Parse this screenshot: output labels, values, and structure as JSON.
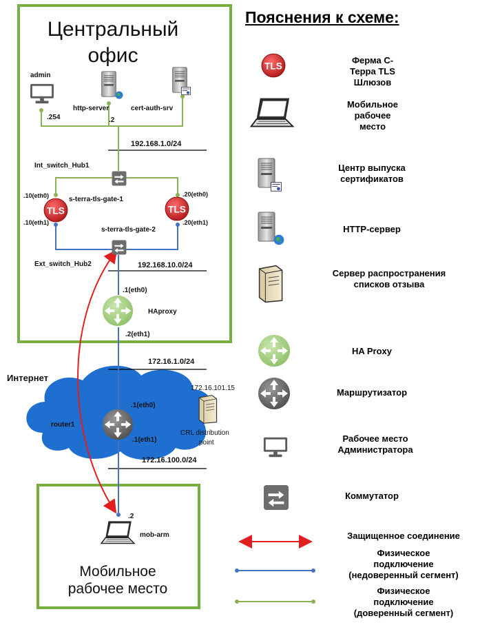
{
  "central_office": {
    "title_line1": "Центральный",
    "title_line2": "офис",
    "net_int": "192.168.1.0/24",
    "net_ext": "192.168.10.0/24",
    "nodes": {
      "admin": {
        "label": "admin",
        "addr": ".254"
      },
      "http_server": {
        "label": "http-server",
        "addr": ".2"
      },
      "cert_auth": {
        "label": "cert-auth-srv"
      },
      "int_switch": {
        "label": "Int_switch_Hub1"
      },
      "ext_switch": {
        "label": "Ext_switch_Hub2"
      },
      "gate1": {
        "label": "s-terra-tls-gate-1",
        "eth0": ".10(eth0)",
        "eth1": ".10(eth1)"
      },
      "gate2": {
        "label": "s-terra-tls-gate-2",
        "eth0": ".20(eth0)",
        "eth1": ".20(eth1)"
      },
      "haproxy": {
        "label": "HAproxy",
        "eth0": ".1(eth0)",
        "eth1": ".2(eth1)"
      }
    }
  },
  "internet": {
    "title": "Интернет",
    "net_top": "172.16.1.0/24",
    "net_bottom": "172.16.100.0/24",
    "router": {
      "label": "router1",
      "eth0": ".1(eth0)",
      "eth1": ".1(eth1)"
    },
    "crl": {
      "addr": "172.16.101.15",
      "label_line1": "CRL distribution",
      "label_line2": "point"
    }
  },
  "mobile": {
    "title_line1": "Мобильное",
    "title_line2": "рабочее место",
    "laptop": {
      "label": "mob-arm",
      "addr": ".2"
    }
  },
  "legend": {
    "title": "Пояснения к схеме:",
    "tls_icon_text": "TLS",
    "items": [
      {
        "icon": "tls-gateway-icon",
        "lines": [
          "Ферма С-",
          "Терра TLS",
          "Шлюзов"
        ]
      },
      {
        "icon": "laptop-icon",
        "lines": [
          "Мобильное",
          "рабочее",
          "место"
        ]
      },
      {
        "icon": "cert-server-icon",
        "lines": [
          "Центр выпуска",
          "сертификатов"
        ]
      },
      {
        "icon": "http-server-icon",
        "lines": [
          "HTTP-сервер"
        ]
      },
      {
        "icon": "crl-server-icon",
        "lines": [
          "Сервер распространения",
          "списков отзыва"
        ]
      },
      {
        "icon": "haproxy-icon",
        "lines": [
          "HA Proxy"
        ]
      },
      {
        "icon": "router-icon",
        "lines": [
          "Маршрутизатор"
        ]
      },
      {
        "icon": "admin-pc-icon",
        "lines": [
          "Рабочее место",
          "Администратора"
        ]
      },
      {
        "icon": "switch-icon",
        "lines": [
          "Коммутатор"
        ]
      },
      {
        "icon": "secure-link-icon",
        "lines": [
          "Защищенное соединение"
        ]
      },
      {
        "icon": "untrusted-link-icon",
        "lines": [
          "Физическое",
          "подключение",
          "(недоверенный сегмент)"
        ]
      },
      {
        "icon": "trusted-link-icon",
        "lines": [
          "Физическое",
          "подключение",
          "(доверенный сегмент)"
        ]
      }
    ]
  },
  "colors": {
    "box_green": "#77b041",
    "trusted_line": "#8db254",
    "untrusted_line": "#4472c4",
    "secure_red": "#e02020",
    "tls_red": "#d42a2a",
    "haproxy_green": "#a9d18e",
    "router_gray": "#6b6b6b",
    "cloud_blue": "#1f6fd1"
  }
}
